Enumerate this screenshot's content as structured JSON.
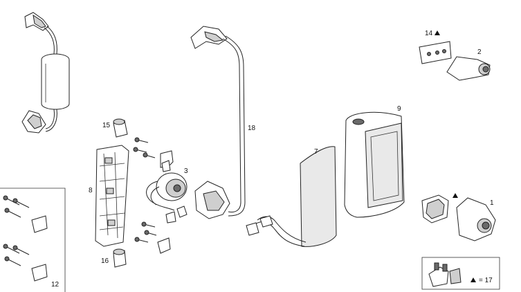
{
  "callouts": {
    "c1": "1",
    "c2": "2",
    "c3": "3",
    "c7": "7",
    "c8": "8",
    "c9": "9",
    "c12": "12",
    "c14": "14",
    "c15": "15",
    "c16": "16",
    "c18": "18"
  },
  "legend": {
    "symbol_text": "= 17"
  },
  "icons": {
    "marker": "triangle-icon"
  }
}
